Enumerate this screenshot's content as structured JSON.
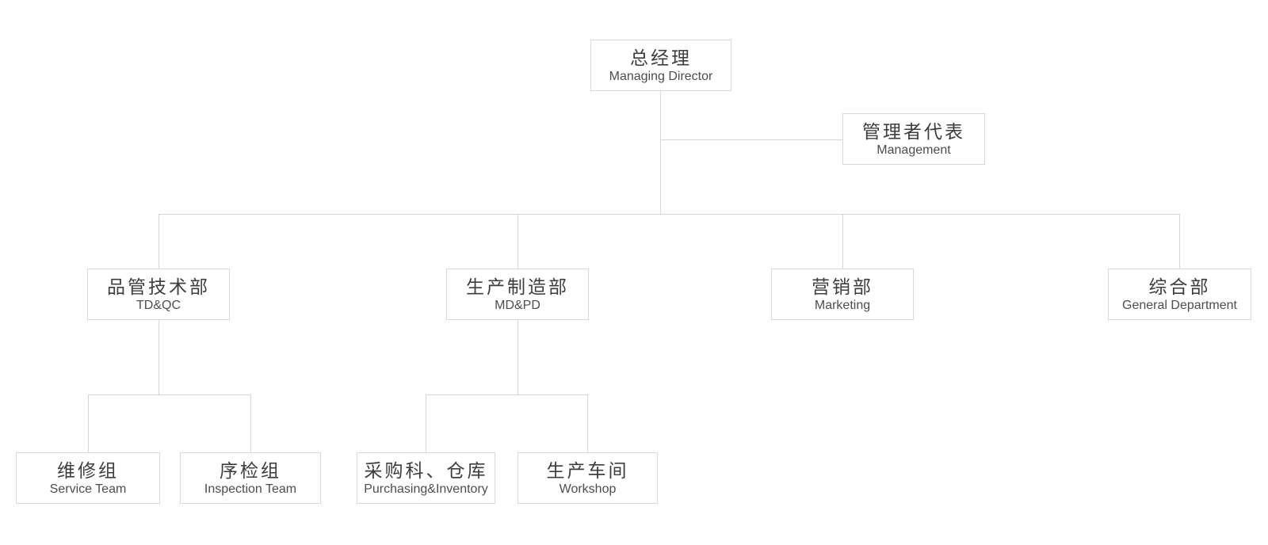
{
  "colors": {
    "border": "#d9d9d9",
    "line": "#d6d6d6",
    "textzh": "#3d3d3d",
    "texten": "#4d4d4d",
    "bg": "#ffffff"
  },
  "nodes": {
    "managing_director": {
      "zh": "总经理",
      "en": "Managing Director"
    },
    "management": {
      "zh": "管理者代表",
      "en": "Management"
    },
    "td_qc": {
      "zh": "品管技术部",
      "en": "TD&QC"
    },
    "md_pd": {
      "zh": "生产制造部",
      "en": "MD&PD"
    },
    "marketing": {
      "zh": "营销部",
      "en": "Marketing"
    },
    "general": {
      "zh": "综合部",
      "en": "General Department"
    },
    "service": {
      "zh": "维修组",
      "en": "Service Team"
    },
    "inspection": {
      "zh": "序检组",
      "en": "Inspection Team"
    },
    "purchasing": {
      "zh": "采购科、仓库",
      "en": "Purchasing&Inventory"
    },
    "workshop": {
      "zh": "生产车间",
      "en": "Workshop"
    }
  },
  "hierarchy": {
    "root": "managing_director",
    "staff_branch": {
      "parent": "managing_director",
      "child": "management"
    },
    "children": {
      "managing_director": [
        "td_qc",
        "md_pd",
        "marketing",
        "general"
      ],
      "td_qc": [
        "service",
        "inspection"
      ],
      "md_pd": [
        "purchasing",
        "workshop"
      ]
    }
  }
}
